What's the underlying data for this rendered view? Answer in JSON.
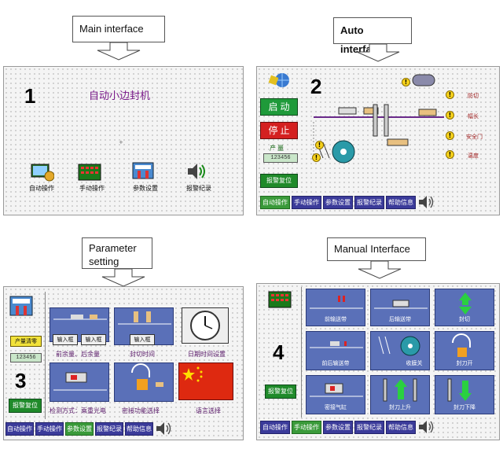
{
  "callouts": {
    "main": "Main interface",
    "auto": "Auto interface",
    "param": "Parameter setting",
    "manual": "Manual Interface"
  },
  "panel_numbers": [
    "1",
    "2",
    "3",
    "4"
  ],
  "main_panel": {
    "title": "自动小边封机",
    "icons": [
      "自动操作",
      "手动操作",
      "参数设置",
      "报警纪录"
    ]
  },
  "auto_panel": {
    "start": "启 动",
    "stop": "停 止",
    "count_label": "产 量",
    "count_value": "123456",
    "alarm_reset": "报警复位",
    "alarms": [
      "防切",
      "幅长",
      "安全门",
      "温度"
    ]
  },
  "param_panel": {
    "clear_button": "产量清零",
    "count_value": "123456",
    "alarm_reset": "报警复位",
    "input_box": "输入框",
    "captions": [
      "前余量、后余量",
      "封切时间",
      "日期时间设置",
      "检测方式：乘重光电",
      "密接功能选择",
      "语言选择"
    ]
  },
  "manual_panel": {
    "alarm_reset": "报警复位",
    "captions": [
      "前输送带",
      "后输送带",
      "封切",
      "前后输送带",
      "收膜关",
      "封刀开",
      "密接气缸",
      "封刀上升",
      "封刀下降"
    ]
  },
  "tabs": [
    "自动操作",
    "手动操作",
    "参数设置",
    "报警纪录",
    "帮助信息"
  ],
  "colors": {
    "tab": "#3b3b9a",
    "tab_active": "#3a9a3a",
    "start": "#1f9a3a",
    "stop": "#d42020",
    "tile": "#5a70b8"
  }
}
